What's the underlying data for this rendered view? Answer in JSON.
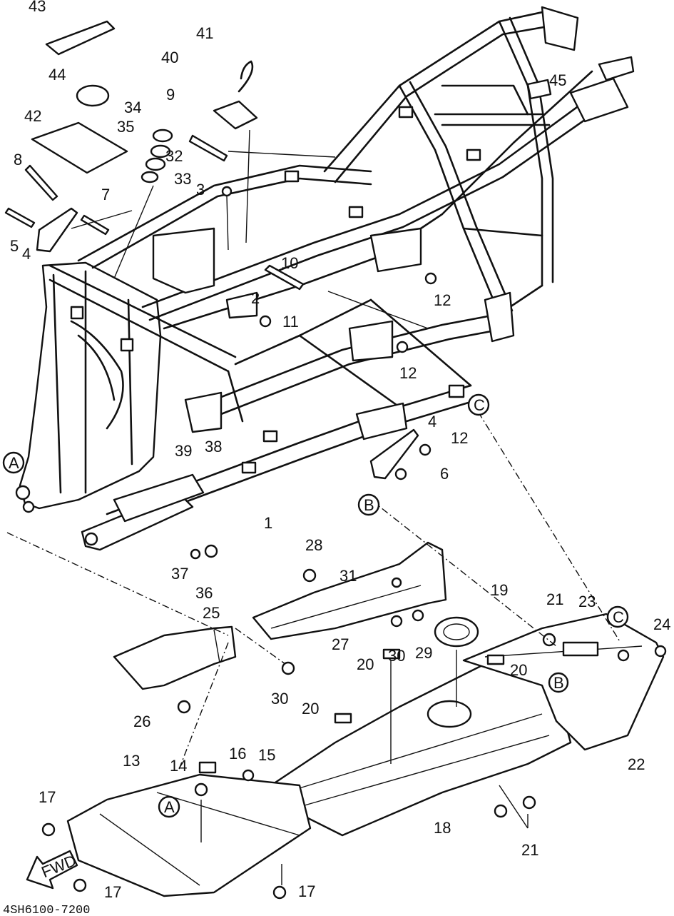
{
  "diagram_code": "4SH6100-7200",
  "fwd_label": "FWD",
  "callouts": [
    "1",
    "2",
    "3",
    "4",
    "4",
    "5",
    "6",
    "7",
    "8",
    "9",
    "10",
    "11",
    "12",
    "12",
    "12",
    "13",
    "14",
    "15",
    "16",
    "17",
    "17",
    "17",
    "18",
    "19",
    "20",
    "20",
    "20",
    "21",
    "21",
    "22",
    "23",
    "24",
    "25",
    "26",
    "27",
    "28",
    "29",
    "30",
    "30",
    "31",
    "32",
    "33",
    "34",
    "35",
    "36",
    "37",
    "38",
    "39",
    "40",
    "41",
    "42",
    "43",
    "44",
    "45"
  ],
  "reference_markers": [
    "A",
    "A",
    "B",
    "B",
    "C",
    "C"
  ]
}
